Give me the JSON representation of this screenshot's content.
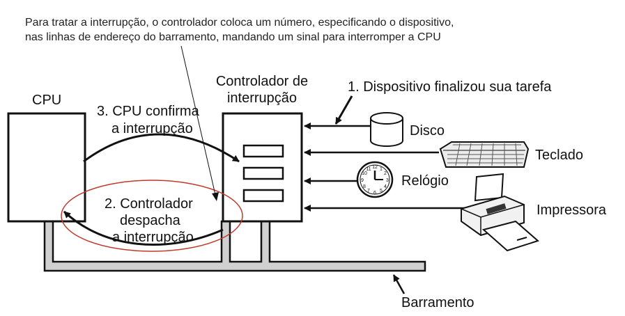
{
  "annotation": {
    "line1": "Para tratar a interrupção, o controlador coloca um número, especificando o dispositivo,",
    "line2": "nas linhas de endereço do barramento, mandando um sinal para interromper a CPU"
  },
  "cpu": {
    "label": "CPU"
  },
  "controller": {
    "line1": "Controlador de",
    "line2": "interrupção"
  },
  "steps": {
    "step1": "1. Dispositivo finalizou sua tarefa",
    "step3_line1": "3. CPU confirma",
    "step3_line2": "a interrupção",
    "step2_line1": "2. Controlador",
    "step2_line2": "despacha",
    "step2_line3": "a interrupção"
  },
  "devices": {
    "disk": "Disco",
    "keyboard": "Teclado",
    "clock": "Relógio",
    "printer": "Impressora"
  },
  "bus": {
    "label": "Barramento"
  },
  "colors": {
    "line": "#111111",
    "highlight": "#c0392b",
    "bus_fill": "#d0d0d0"
  }
}
